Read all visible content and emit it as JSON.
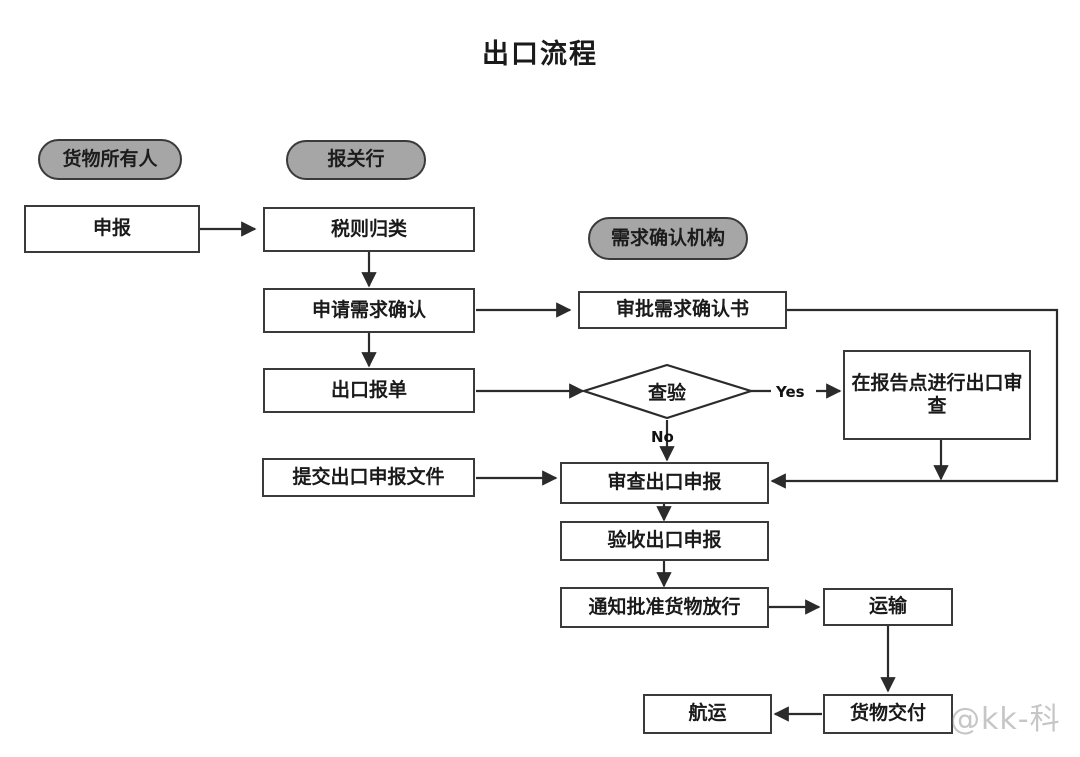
{
  "diagram": {
    "title": "出口流程",
    "watermark": "@kk-科",
    "stroke_color": "#3a3a3a",
    "lane_fill": "#a6a6a6",
    "node_fill": "#ffffff",
    "text_color": "#1a1a1a"
  },
  "lanes": [
    {
      "id": "lane-goods-owner",
      "label": "货物所有人"
    },
    {
      "id": "lane-customs-broker",
      "label": "报关行"
    },
    {
      "id": "lane-confirmation-agency",
      "label": "需求确认机构"
    }
  ],
  "nodes": [
    {
      "id": "node-declare",
      "label": "申报",
      "shape": "rectangle"
    },
    {
      "id": "node-tariff-classification",
      "label": "税则归类",
      "shape": "rectangle"
    },
    {
      "id": "node-apply-requirement-confirmation",
      "label": "申请需求确认",
      "shape": "rectangle"
    },
    {
      "id": "node-approve-requirement-confirmation",
      "label": "审批需求确认书",
      "shape": "rectangle"
    },
    {
      "id": "node-export-declaration-form",
      "label": "出口报单",
      "shape": "rectangle"
    },
    {
      "id": "node-inspection",
      "label": "查验",
      "shape": "diamond"
    },
    {
      "id": "node-export-review-at-report-point",
      "label": "在报告点进行出口审查",
      "shape": "rectangle"
    },
    {
      "id": "node-submit-export-documents",
      "label": "提交出口申报文件",
      "shape": "rectangle"
    },
    {
      "id": "node-review-export-declaration",
      "label": "审查出口申报",
      "shape": "rectangle"
    },
    {
      "id": "node-accept-export-declaration",
      "label": "验收出口申报",
      "shape": "rectangle"
    },
    {
      "id": "node-notify-release-approval",
      "label": "通知批准货物放行",
      "shape": "rectangle"
    },
    {
      "id": "node-transport",
      "label": "运输",
      "shape": "rectangle"
    },
    {
      "id": "node-goods-delivery",
      "label": "货物交付",
      "shape": "rectangle"
    },
    {
      "id": "node-shipping",
      "label": "航运",
      "shape": "rectangle"
    }
  ],
  "edge_labels": {
    "yes": "Yes",
    "no": "No"
  },
  "edges": [
    {
      "from": "node-declare",
      "to": "node-tariff-classification",
      "label": ""
    },
    {
      "from": "node-tariff-classification",
      "to": "node-apply-requirement-confirmation",
      "label": ""
    },
    {
      "from": "node-apply-requirement-confirmation",
      "to": "node-approve-requirement-confirmation",
      "label": ""
    },
    {
      "from": "node-apply-requirement-confirmation",
      "to": "node-export-declaration-form",
      "label": ""
    },
    {
      "from": "node-export-declaration-form",
      "to": "node-inspection",
      "label": ""
    },
    {
      "from": "node-inspection",
      "to": "node-export-review-at-report-point",
      "label": "Yes"
    },
    {
      "from": "node-inspection",
      "to": "node-review-export-declaration",
      "label": "No"
    },
    {
      "from": "node-approve-requirement-confirmation",
      "to": "node-review-export-declaration",
      "label": ""
    },
    {
      "from": "node-export-review-at-report-point",
      "to": "node-review-export-declaration",
      "label": ""
    },
    {
      "from": "node-submit-export-documents",
      "to": "node-review-export-declaration",
      "label": ""
    },
    {
      "from": "node-review-export-declaration",
      "to": "node-accept-export-declaration",
      "label": ""
    },
    {
      "from": "node-accept-export-declaration",
      "to": "node-notify-release-approval",
      "label": ""
    },
    {
      "from": "node-notify-release-approval",
      "to": "node-transport",
      "label": ""
    },
    {
      "from": "node-transport",
      "to": "node-goods-delivery",
      "label": ""
    },
    {
      "from": "node-goods-delivery",
      "to": "node-shipping",
      "label": ""
    }
  ]
}
